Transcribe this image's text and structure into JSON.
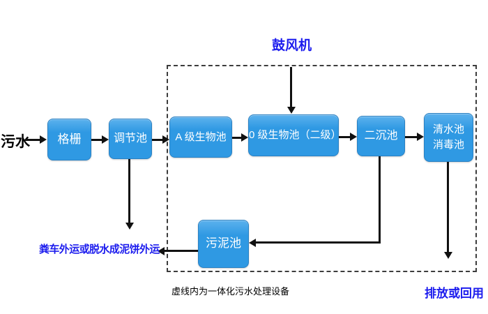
{
  "flow": {
    "source_label": "污水",
    "blower_label": "鼓风机",
    "nodes": {
      "grid": "格栅",
      "regulating": "调节池",
      "a_bio": "A 级生物池",
      "o_bio": "0 级生物池（二级）",
      "sedimentation": "二沉池",
      "clear_water": "清水池\n消毒池",
      "sludge": "污泥池"
    },
    "captions": {
      "sludge_disposal": "粪车外运或脱水成泥饼外运",
      "dashed_note": "虚线内为一体化污水处理设备",
      "discharge": "排放或回用"
    },
    "edges": [
      {
        "from": "污水",
        "to": "格栅"
      },
      {
        "from": "格栅",
        "to": "调节池"
      },
      {
        "from": "调节池",
        "to": "A 级生物池"
      },
      {
        "from": "A 级生物池",
        "to": "0 级生物池（二级）"
      },
      {
        "from": "0 级生物池（二级）",
        "to": "二沉池"
      },
      {
        "from": "二沉池",
        "to": "清水池 消毒池"
      },
      {
        "from": "鼓风机",
        "to": "0 级生物池（二级）"
      },
      {
        "from": "调节池",
        "to": "粪车外运或脱水成泥饼外运"
      },
      {
        "from": "二沉池",
        "to": "污泥池"
      },
      {
        "from": "污泥池",
        "to": "粪车外运或脱水成泥饼外运"
      },
      {
        "from": "清水池 消毒池",
        "to": "排放或回用"
      }
    ],
    "colors": {
      "background": "#FFFFFF",
      "node_fill_top": "#5BB1ED",
      "node_fill": "#2F99E3",
      "node_border": "#2A80C2",
      "node_text": "#FFFFFF",
      "accent_text_blue": "#1C1CEE",
      "arrow_black": "#111111"
    }
  }
}
